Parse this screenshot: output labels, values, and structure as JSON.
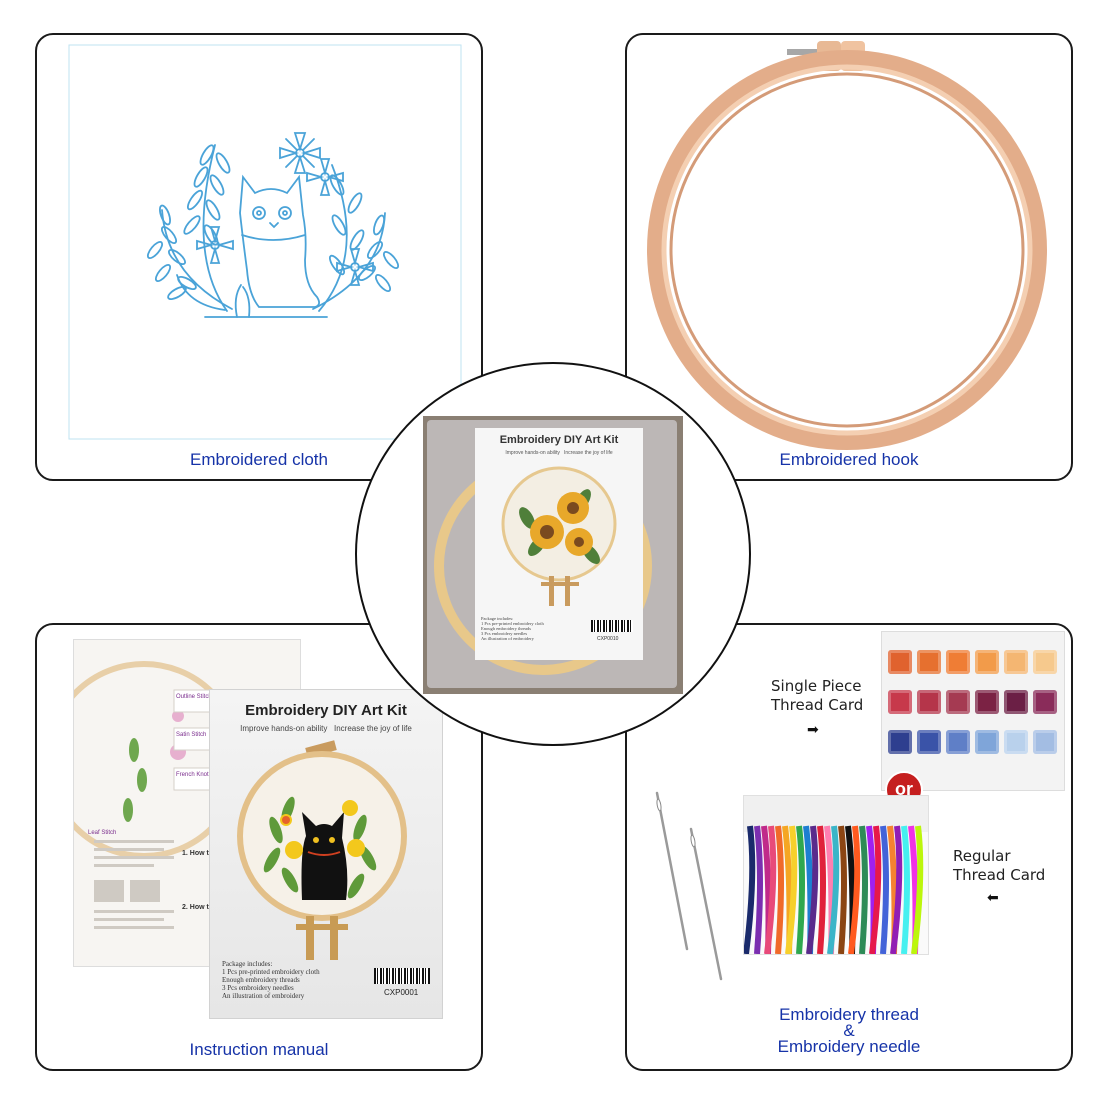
{
  "panels": {
    "cloth": {
      "caption": "Embroidered cloth"
    },
    "hoop": {
      "caption": "Embroidered hook"
    },
    "manual": {
      "caption": "Instruction manual",
      "kit_title": "Embroidery DIY Art Kit",
      "kit_subtitle": "Improve hands-on ability   Increase the joy of life",
      "package_lines": [
        "Package includes:",
        "1 Pcs pre-printed embroidery cloth",
        "Enough embroidery threads",
        "3 Pcs embroidery needles",
        "An illustration of embroidery"
      ],
      "product_code": "CXP0001",
      "steps": [
        "1. How to divide embroidery",
        "2. How to use embroidery"
      ],
      "stitches": [
        "Outline Stitch",
        "Satin Stitch",
        "French Knot",
        "Leaf Stitch"
      ]
    },
    "thread": {
      "caption_line1": "Embroidery thread",
      "caption_line2": "&",
      "caption_line3": "Embroidery needle",
      "single_card_label_1": "Single Piece",
      "single_card_label_2": "Thread Card",
      "regular_card_label_1": "Regular",
      "regular_card_label_2": "Thread Card",
      "or_badge": "or",
      "thread_colors_row1": [
        "#e0622e",
        "#e6702f",
        "#ef7d35",
        "#f29b4a",
        "#f4b672",
        "#f6c98d"
      ],
      "thread_colors_row2": [
        "#c7394b",
        "#b5354a",
        "#a53a52",
        "#7b2244",
        "#6b1f45",
        "#8a2c5a"
      ],
      "thread_colors_row3": [
        "#2e3f8f",
        "#3a53a8",
        "#5f7fc7",
        "#7fa5d9",
        "#b9d1ec",
        "#a3bde3"
      ]
    }
  },
  "center": {
    "kit_title": "Embroidery DIY Art Kit",
    "kit_subtitle": "Improve hands-on ability   Increase the joy of life",
    "product_code": "CXP0010",
    "package_lines": [
      "Package includes:",
      "1 Pcs pre-printed embroidery cloth",
      "Enough embroidery threads",
      "3 Pcs embroidery needles",
      "An illustration of embroidery"
    ]
  }
}
